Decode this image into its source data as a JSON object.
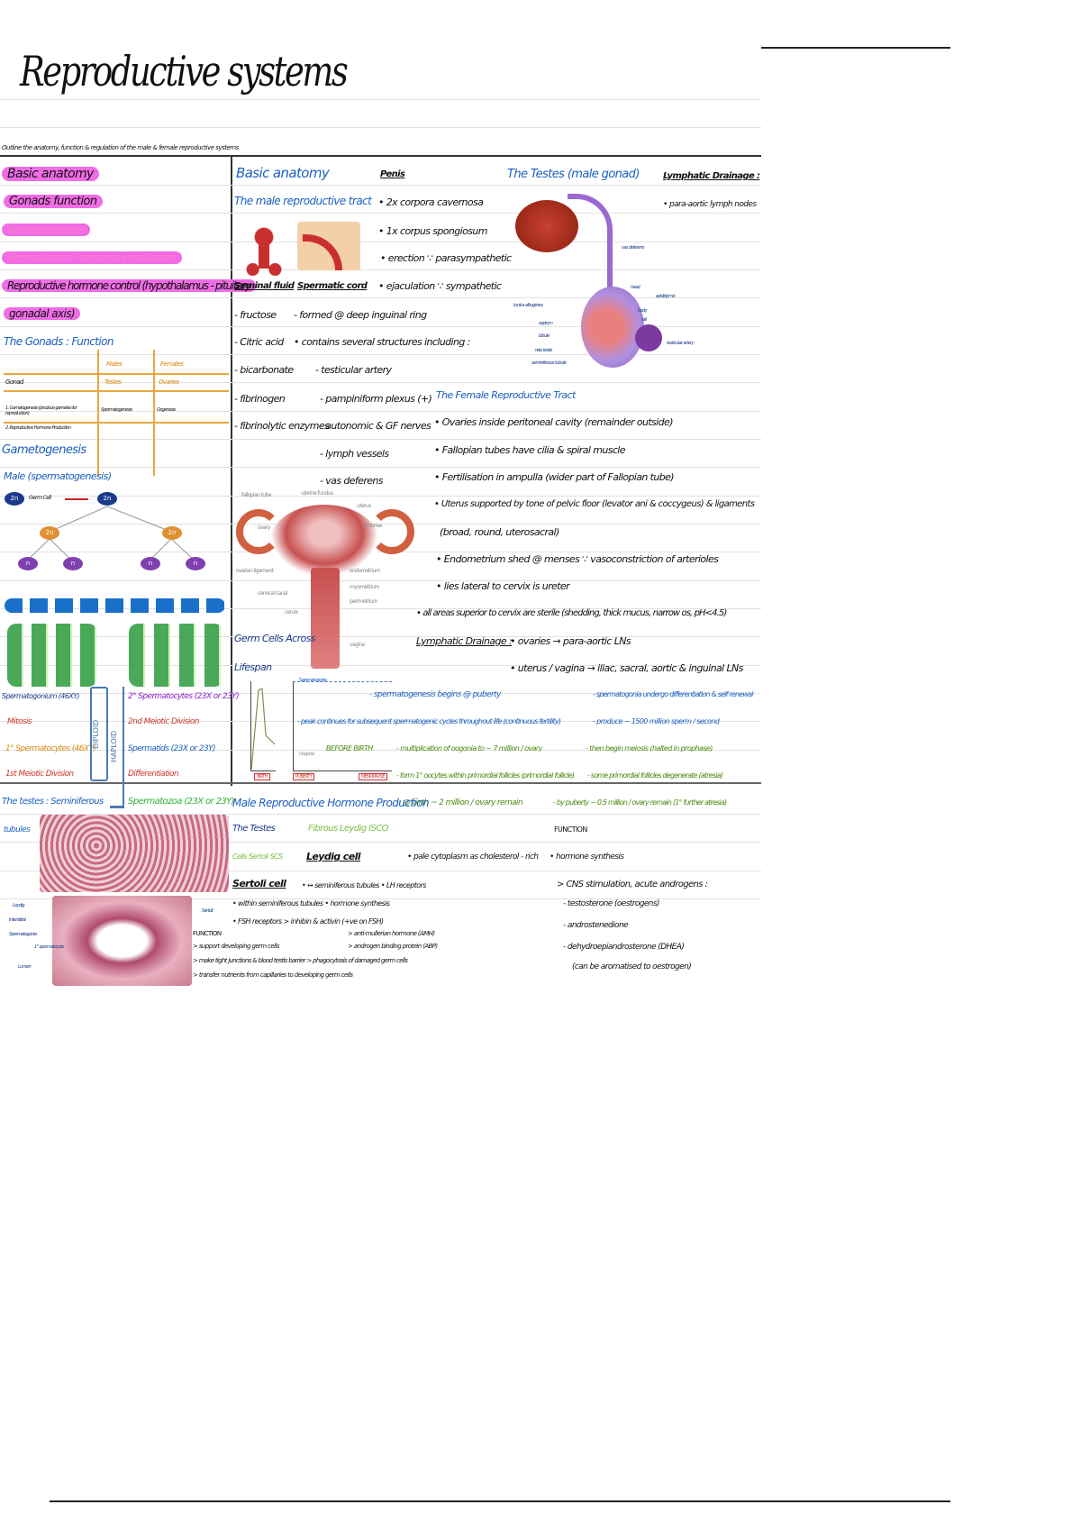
{
  "title": "Reproductive systems",
  "objective": "Outline the anatomy, function & regulation of the male & female reproductive systems",
  "topics": [
    {
      "label": "Basic anatomy",
      "state": "highlighted"
    },
    {
      "label": "Gonads function",
      "state": "highlighted"
    },
    {
      "label": "Gametogenesis",
      "state": "highlighted"
    },
    {
      "label": "Reproductive hormone production",
      "state": "highlighted"
    },
    {
      "label": "Reproductive hormone control (hypothalamus - pituitary",
      "state": "highlighted"
    },
    {
      "label": "gonadal axis)",
      "state": "highlighted"
    }
  ],
  "gonads": {
    "heading": "The Gonads : Function",
    "col1": "Males",
    "col2": "Females",
    "row1": "Gonad",
    "row1a": "Testes",
    "row1b": "Ovaries",
    "row2": "1. Gametogenesis (produce gametes for reproduction)",
    "row2a": "Spermatogenesis",
    "row2b": "Oogenesis",
    "row3": "2. Reproductive Hormone Production"
  },
  "gametogenesis": {
    "heading": "Gametogenesis",
    "male": "Male (spermatogenesis)",
    "germ": "Germ Cell",
    "cells": {
      "diploid": "2n",
      "haploid": "n"
    },
    "stages_left": [
      "Spermatogonium (46XY)",
      "Mitosis",
      "1° Spermatocytes (46XY)",
      "1st Meiotic Division"
    ],
    "stages_right": [
      "2° Spermatocytes (23X or 23Y)",
      "2nd Meiotic Division",
      "Spermatids (23X or 23Y)",
      "Differentiation",
      "Spermatozoa (23X or 23Y)"
    ],
    "diploid": "DIPLOID",
    "haploid_label": "HAPLOID"
  },
  "male": {
    "heading": "Basic anatomy",
    "sub": "The male reproductive tract",
    "penis_h": "Penis",
    "penis": [
      "• 2x corpora cavernosa",
      "• 1x corpus spongiosum",
      "• erection ∵ parasympathetic",
      "• ejaculation ∵ sympathetic"
    ],
    "seminal_h": "Seminal fluid",
    "seminal": [
      "- fructose",
      "- Citric acid",
      "- bicarbonate",
      "- fibrinogen",
      "- fibrinolytic enzymes"
    ],
    "cord_h": "Spermatic cord",
    "cord": [
      "- formed @ deep inguinal ring",
      "• contains several structures including :",
      "- testicular artery",
      "- pampiniform plexus (+)",
      "- autonomic & GF nerves",
      "- lymph vessels",
      "- vas deferens"
    ]
  },
  "testes": {
    "heading": "The Testes (male gonad)",
    "lymph_h": "Lymphatic Drainage :",
    "lymph": "• para-aortic lymph nodes",
    "labels": [
      "vas deferens",
      "head",
      "epididymis",
      "body",
      "tail",
      "tunica albuginea",
      "septum",
      "lobule",
      "rete testis",
      "seminiferous tubule",
      "testicular artery"
    ]
  },
  "female": {
    "heading": "The Female Reproductive Tract",
    "points": [
      "• Ovaries inside peritoneal cavity (remainder outside)",
      "• Fallopian tubes have cilia & spiral muscle",
      "• Fertilisation in ampulla (wider part of Fallopian tube)",
      "• Uterus supported by tone of pelvic floor (levator ani & coccygeus) & ligaments",
      "(broad, round, uterosacral)",
      "• Endometrium shed @ menses ∵ vasoconstriction of arterioles",
      "• lies lateral to cervix is ureter",
      "• all areas superior to cervix are sterile (shedding, thick mucus, narrow os, pH<4.5)"
    ],
    "lymph_h": "Lymphatic Drainage :",
    "lymph": [
      "• ovaries → para-aortic LNs",
      "• uterus / vagina → iliac, sacral, aortic & inguinal LNs"
    ],
    "diagram": [
      "fallopian tube",
      "uterine fundus",
      "uterus",
      "ovary",
      "fimbriae",
      "ovarian ligament",
      "endometrium",
      "myometrium",
      "cervical canal",
      "perimetrium",
      "cervix",
      "vagina"
    ]
  },
  "germ": {
    "heading": "Germ Cells Across",
    "sub": "Lifespan",
    "graph": [
      "Spermatogonia",
      "Oogonia",
      "BIRTH",
      "PUBERTY",
      "MENOPAUSE"
    ],
    "male_notes": [
      "- spermatogenesis begins @ puberty",
      "- peak continues for subsequent spermatogenic cycles throughout life (continuous fertility)"
    ],
    "female_notes": [
      "BEFORE BIRTH",
      "- multiplication of oogonia to ~ 7 million / ovary",
      "- form 1° oocytes within primordial follicles (primordial follicle)",
      "- @ birth ~ 2 million / ovary remain",
      "- by puberty ~ 0.5 million / ovary remain (1° further atresia)"
    ],
    "right_notes": [
      "- spermatogonia undergo differentiation & self renewal",
      "- produce ~ 1500 million sperm / second",
      "- then begin meiosis (halted in prophase)",
      "- some primordial follicles degenerate (atresia)"
    ]
  },
  "hormone": {
    "heading": "Male Reproductive Hormone Production",
    "sub": "The Testes",
    "interstitial": "Fibrous Leydig ISCO",
    "sertoli_label": "Cells Sertoli SCS",
    "leydig_h": "Leydig cell",
    "leydig": "• pale cytoplasm as cholesterol - rich",
    "function_h": "FUNCTION",
    "function": [
      "• hormone synthesis",
      "> CNS stimulation, acute androgens :",
      "- testosterone (oestrogens)",
      "- androstenedione",
      "- dehydroepiandrosterone (DHEA)",
      "(can be aromatised to oestrogen)"
    ],
    "sertoli_h": "Sertoli cell",
    "sertoli": [
      "• ↔ seminiferous tubules • LH receptors",
      "• within seminiferous tubules • hormone synthesis",
      "• FSH receptors > inhibin & activin (+ve on FSH)",
      "> anti-mullerian hormone (AMH)",
      "> androgen binding protein (ABP)"
    ],
    "sertoli_func": [
      "FUNCTION",
      "> support developing germ cells",
      "> make tight junctions & blood testis barrier > phagocytosis of damaged germ cells",
      "> transfer nutrients from capillaries to developing germ cells"
    ],
    "testis_label": "The testes : Seminiferous",
    "tubules_label": "tubules",
    "histo": [
      "Leydig",
      "Interstitial",
      "Spermatogonia",
      "1° spermatocyte",
      "Lumen",
      "Sertoli"
    ]
  }
}
